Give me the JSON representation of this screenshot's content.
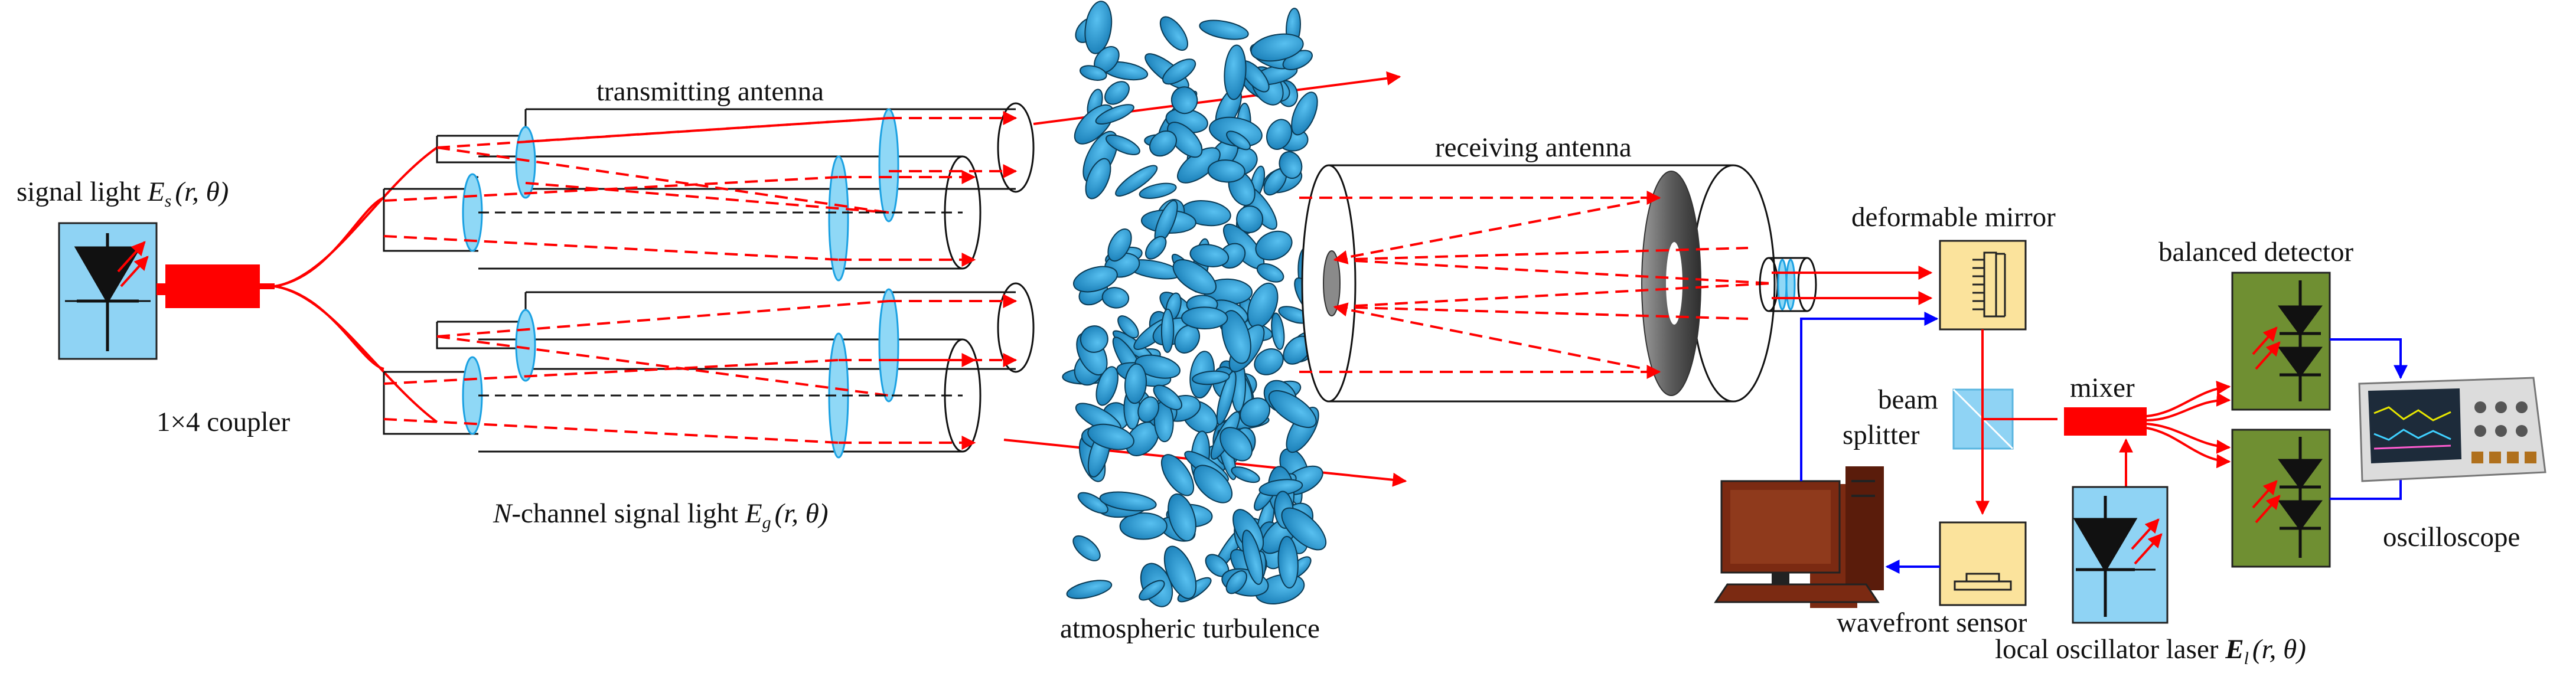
{
  "labels": {
    "signal_light": "signal light",
    "signal_light_field": "E",
    "signal_light_sub": "s",
    "signal_light_args": "(r, θ)",
    "coupler": "1×4 coupler",
    "transmitting_antenna": "transmitting antenna",
    "n_channel_prefix": "N",
    "n_channel_text": "-channel signal light",
    "n_channel_field": "E",
    "n_channel_sub": "g",
    "n_channel_args": "(r,  θ)",
    "atmospheric_turbulence": "atmospheric turbulence",
    "receiving_antenna": "receiving antenna",
    "deformable_mirror": "deformable mirror",
    "balanced_detector": "balanced detector",
    "beam_splitter_line1": "beam",
    "beam_splitter_line2": "splitter",
    "mixer": "mixer",
    "wavefront_sensor": "wavefront sensor",
    "local_oscillator": "local oscillator laser",
    "local_oscillator_field": "E",
    "local_oscillator_sub": "l",
    "local_oscillator_args": "(r, θ)",
    "oscilloscope": "oscilloscope"
  },
  "colors": {
    "beam": "#ff0000",
    "feedback": "#0000ff",
    "lens": "#1ba1e2",
    "turbulence": "#1f8fc9",
    "detector_box": "#6f8f32",
    "device_box": "#fbe39c",
    "laser_box": "#8fd3f4",
    "computer": "#7b2a12"
  },
  "icons": [
    "laser-diode-icon",
    "photodiode-icon",
    "computer-icon",
    "oscilloscope-icon",
    "mirror-actuator-icon"
  ]
}
